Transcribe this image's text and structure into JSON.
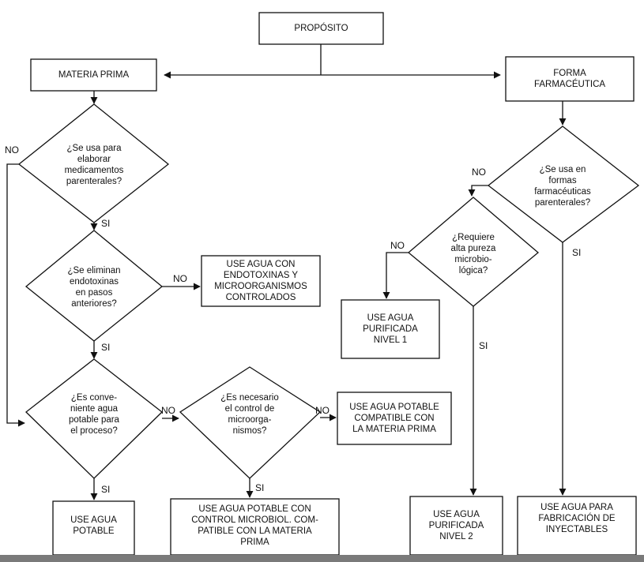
{
  "nodes": {
    "proposito": "PROPÓSITO",
    "materia_prima": "MATERIA PRIMA",
    "forma_farmaceutica": "FORMA\nFARMACÉUTICA",
    "q_parenterales_mp": "¿Se usa para\nelaborar\nmedicamentos\nparenterales?",
    "q_endotoxinas": "¿Se eliminan\nendotoxinas\nen pasos\nanteriores?",
    "r_endotoxinas": "USE AGUA CON\nENDOTOXINAS Y\nMICROORGANISMOS\nCONTROLADOS",
    "q_conveniente": "¿Es conve-\nniente agua\npotable para\nel proceso?",
    "q_control": "¿Es necesario\nel control de\nmicroorga-\nnismos?",
    "r_potable_compatible": "USE AGUA POTABLE\nCOMPATIBLE CON\nLA MATERIA PRIMA",
    "r_agua_potable": "USE AGUA\nPOTABLE",
    "r_potable_control": "USE AGUA POTABLE CON\nCONTROL MICROBIOL. COM-\nPATIBLE CON LA MATERIA\nPRIMA",
    "q_formas": "¿Se usa en\nformas\nfarmacéuticas\nparenterales?",
    "q_pureza": "¿Requiere\nalta pureza\nmicrobio-\nlógica?",
    "r_nivel1": "USE AGUA\nPURIFICADA\nNIVEL 1",
    "r_nivel2": "USE AGUA\nPURIFICADA\nNIVEL 2",
    "r_inyectables": "USE AGUA PARA\nFABRICACIÓN DE\nINYECTABLES"
  },
  "edge_labels": {
    "no": "NO",
    "si": "SI"
  }
}
